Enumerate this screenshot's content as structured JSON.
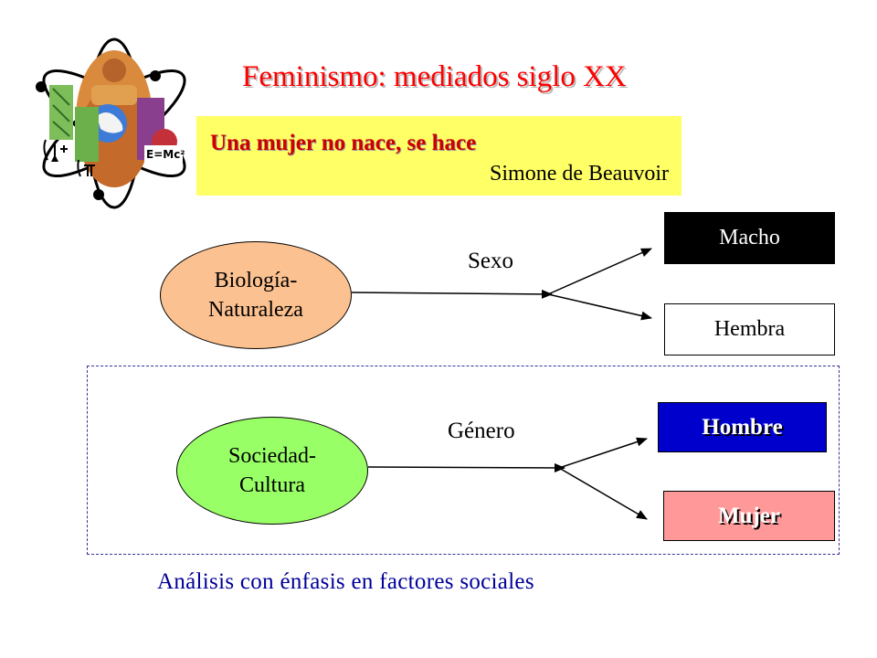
{
  "slide": {
    "title": "Feminismo: mediados siglo XX",
    "quote": {
      "text": "Una mujer no nace, se hace",
      "author": "Simone de Beauvoir"
    },
    "diagram": {
      "biology": {
        "label": "Biología-\nNaturaleza",
        "relation": "Sexo",
        "outcomes": [
          "Macho",
          "Hembra"
        ]
      },
      "society": {
        "label": "Sociedad-\nCultura",
        "relation": "Género",
        "outcomes": [
          "Hombre",
          "Mujer"
        ]
      }
    },
    "footer": "Análisis con énfasis en factores sociales",
    "logo": {
      "equation_text": "E=Mc²",
      "icon": "science-atom-logo-icon"
    }
  },
  "colors": {
    "title": "#ff0000",
    "quote_bg": "#ffff66",
    "quote_text": "#cc0000",
    "biology_fill": "#fbc190",
    "society_fill": "#99ff66",
    "macho_fill": "#000000",
    "hembra_fill": "#ffffff",
    "hombre_fill": "#0000cc",
    "mujer_fill": "#ff9999",
    "footer_text": "#000099",
    "frame_border": "#333399"
  }
}
